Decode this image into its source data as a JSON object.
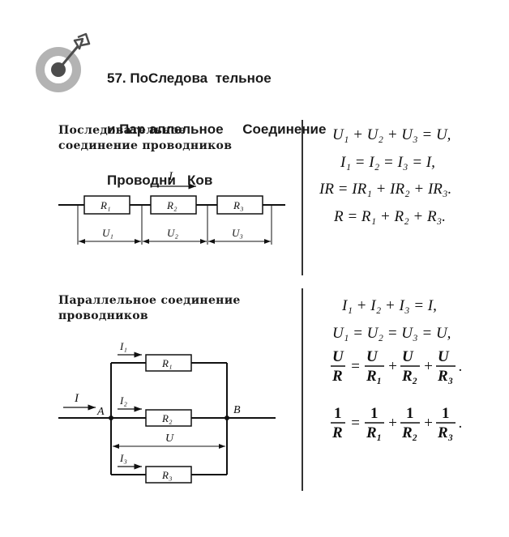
{
  "header": {
    "line1": "57. ПоСледова  тельное",
    "line2": "и Пар аллельное     Соединение",
    "line3": "Проводни   Ков"
  },
  "series_section": {
    "title_line1": "Последовательное",
    "title_line2": "соединение проводников",
    "current_label": "I",
    "resistors": [
      "R₁",
      "R₂",
      "R₃"
    ],
    "voltages": [
      "U₁",
      "U₂",
      "U₃"
    ],
    "formulas": [
      "U₁ + U₂ + U₃ = U,",
      "I₁ = I₂ = I₃ = I,",
      "IR = IR₁ + IR₂ + IR₃.",
      "R = R₁ + R₂ + R₃."
    ]
  },
  "parallel_section": {
    "title_line1": "Параллельное соединение",
    "title_line2": "проводников",
    "current_label": "I",
    "node_a": "A",
    "node_b": "B",
    "voltage_label": "U",
    "branch_currents": [
      "I₁",
      "I₂",
      "I₃"
    ],
    "resistors": [
      "R₁",
      "R₂",
      "R₃"
    ],
    "formulas": {
      "f1": "I₁ + I₂ + I₃ = I,",
      "f2": "U₁ = U₂ = U₃ = U,",
      "f3": {
        "lhs_num": "U",
        "lhs_den": "R",
        "t1_num": "U",
        "t1_den": "R₁",
        "t2_num": "U",
        "t2_den": "R₂",
        "t3_num": "U",
        "t3_den": "R₃"
      },
      "f4": {
        "lhs_num": "1",
        "lhs_den": "R",
        "t1_num": "1",
        "t1_den": "R₁",
        "t2_num": "1",
        "t2_den": "R₂",
        "t3_num": "1",
        "t3_den": "R₃"
      }
    }
  },
  "colors": {
    "logo_gray": "#b3b3b3",
    "logo_dark": "#4d4d4d",
    "ink": "#1a1a1a"
  },
  "icons": [
    "target-arrow-icon"
  ]
}
